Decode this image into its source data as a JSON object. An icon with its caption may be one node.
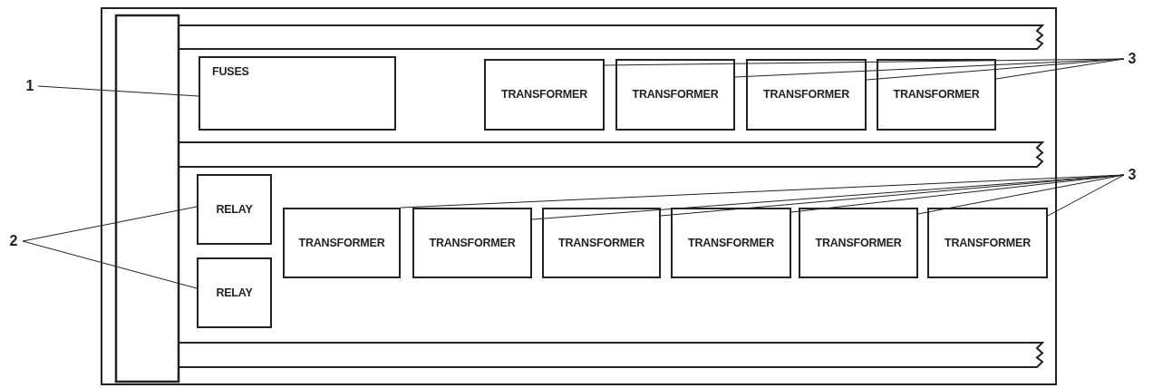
{
  "diagram": {
    "nodes": [
      {
        "text": [
          "FUSES"
        ]
      },
      {
        "text": [
          "TRANSFORMER"
        ]
      },
      {
        "text": [
          "TRANSFORMER"
        ]
      },
      {
        "text": [
          "TRANSFORMER"
        ]
      },
      {
        "text": [
          "TRANSFORMER"
        ]
      },
      {
        "text": [
          "1"
        ]
      },
      {
        "text": [
          "3"
        ]
      },
      {
        "text": [
          "RELAY"
        ]
      },
      {
        "text": [
          "RELAY"
        ]
      },
      {
        "text": [
          "TRANSFORMER"
        ]
      },
      {
        "text": [
          "TRANSFORMER"
        ]
      },
      {
        "text": [
          "TRANSFORMER"
        ]
      },
      {
        "text": [
          "TRANSFORMER"
        ]
      },
      {
        "text": [
          "TRANSFORMER"
        ]
      },
      {
        "text": [
          "TRANSFORMER"
        ]
      },
      {
        "text": [
          "2"
        ]
      },
      {
        "text": [
          "3"
        ]
      }
    ],
    "edges": [
      {
        "from": 5,
        "to": 0,
        "arrow": "none"
      },
      {
        "from": 6,
        "to": 1,
        "arrow": "none"
      },
      {
        "from": 6,
        "to": 2,
        "arrow": "none"
      },
      {
        "from": 6,
        "to": 3,
        "arrow": "none"
      },
      {
        "from": 6,
        "to": 4,
        "arrow": "none"
      },
      {
        "from": 15,
        "to": 7,
        "arrow": "none"
      },
      {
        "from": 15,
        "to": 8,
        "arrow": "none"
      },
      {
        "from": 16,
        "to": 9,
        "arrow": "none"
      },
      {
        "from": 16,
        "to": 10,
        "arrow": "none"
      },
      {
        "from": 16,
        "to": 11,
        "arrow": "none"
      },
      {
        "from": 16,
        "to": 12,
        "arrow": "none"
      },
      {
        "from": 16,
        "to": 13,
        "arrow": "none"
      },
      {
        "from": 16,
        "to": 14,
        "arrow": "none"
      }
    ]
  }
}
